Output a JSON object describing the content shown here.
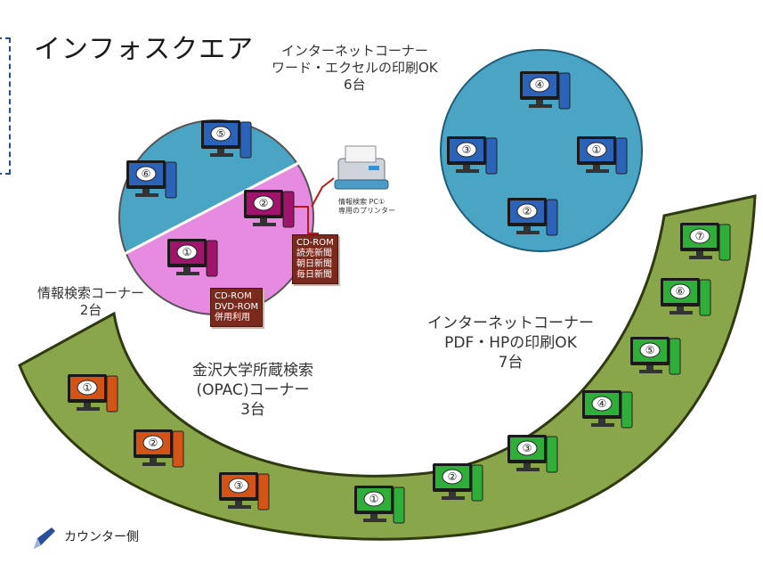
{
  "title": "インフォスクエア",
  "internet_top": {
    "name": "インターネットコーナー",
    "sub": "ワード・エクセルの印刷OK",
    "count": "6台",
    "pcs": [
      "④",
      "③",
      "①",
      "②"
    ]
  },
  "info_search": {
    "name": "情報検索コーナー",
    "count": "2台",
    "pcs": [
      "⑤",
      "⑥",
      "②",
      "①"
    ],
    "note_right": [
      "CD-ROM",
      "読売新聞",
      "朝日新聞",
      "毎日新聞"
    ],
    "note_bottom": [
      "CD-ROM",
      "DVD-ROM",
      "併用利用"
    ]
  },
  "printer": {
    "label": [
      "情報検索 PC①",
      "専用のプリンター"
    ]
  },
  "opac": {
    "name": "金沢大学所蔵検索",
    "sub": "(OPAC)コーナー",
    "count": "3台",
    "pcs": [
      "①",
      "②",
      "③"
    ]
  },
  "internet_bottom": {
    "name": "インターネットコーナー",
    "sub": "PDF・HPの印刷OK",
    "count": "7台",
    "pcs": [
      "①",
      "②",
      "③",
      "④",
      "⑤",
      "⑥",
      "⑦"
    ]
  },
  "counter": "カウンター側",
  "colors": {
    "track_fill": "#8aa64a",
    "track_stroke": "#2f3a10",
    "circle_blue": "#4aa4c4",
    "circle_pink": "#e78be0",
    "pc_blue": "#2a63b8",
    "pc_orange": "#d45418",
    "pc_green": "#2fae3a",
    "pc_magenta": "#a0146c"
  }
}
